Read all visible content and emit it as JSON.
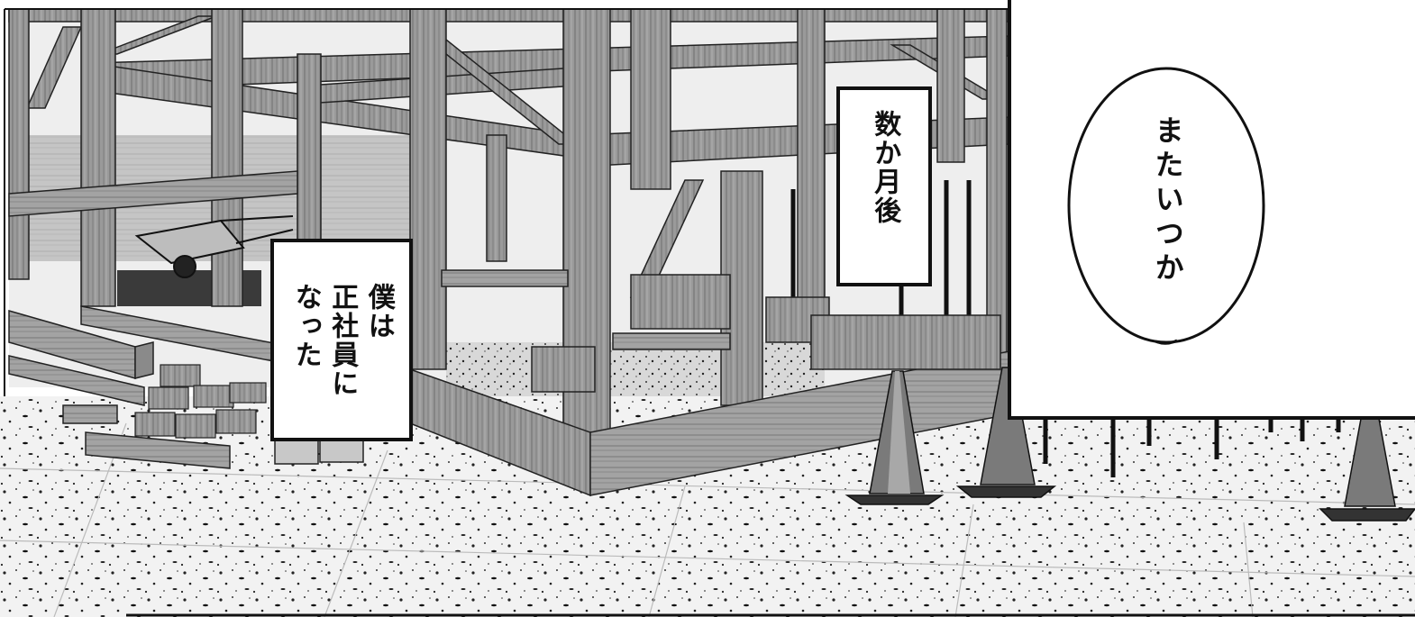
{
  "caption_box_1": {
    "lines": "僕は\n正社員に\nなった"
  },
  "caption_box_2": {
    "text": "数か月後"
  },
  "speech_bubble": {
    "text": "またいつか"
  },
  "colors": {
    "ink": "#111111",
    "paper": "#ffffff",
    "tone": "#8a8a8a",
    "tone_dark": "#555555",
    "tone_light": "#c9c9c9"
  }
}
